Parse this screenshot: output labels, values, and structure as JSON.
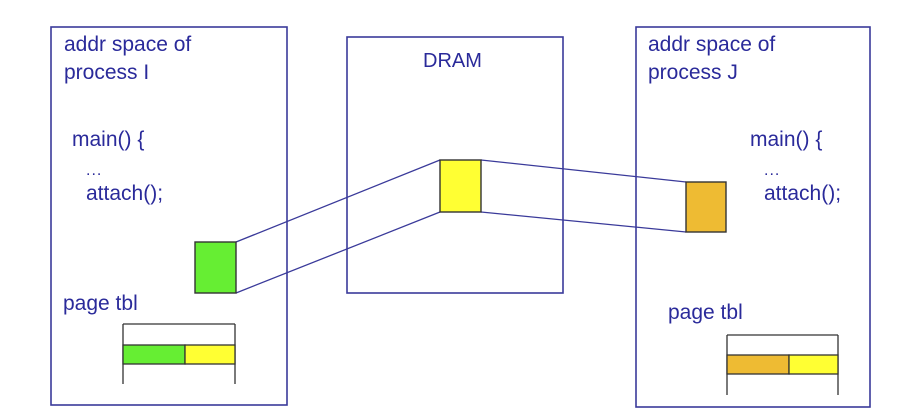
{
  "process_i": {
    "title_line1": "addr space of",
    "title_line2": "process I",
    "code_line1": "main() {",
    "code_line2": "...",
    "code_line3": "attach();",
    "page_table_label": "page tbl"
  },
  "dram": {
    "title": "DRAM"
  },
  "process_j": {
    "title_line1": "addr space of",
    "title_line2": "process J",
    "code_line1": "main() {",
    "code_line2": "...",
    "code_line3": "attach();",
    "page_table_label": "page tbl"
  },
  "colors": {
    "box_border": "#3a3a9a",
    "text": "#2a2a9a",
    "green_page": "#66ee33",
    "yellow_page": "#ffff33",
    "orange_page": "#eebb33",
    "outline": "#333333"
  }
}
